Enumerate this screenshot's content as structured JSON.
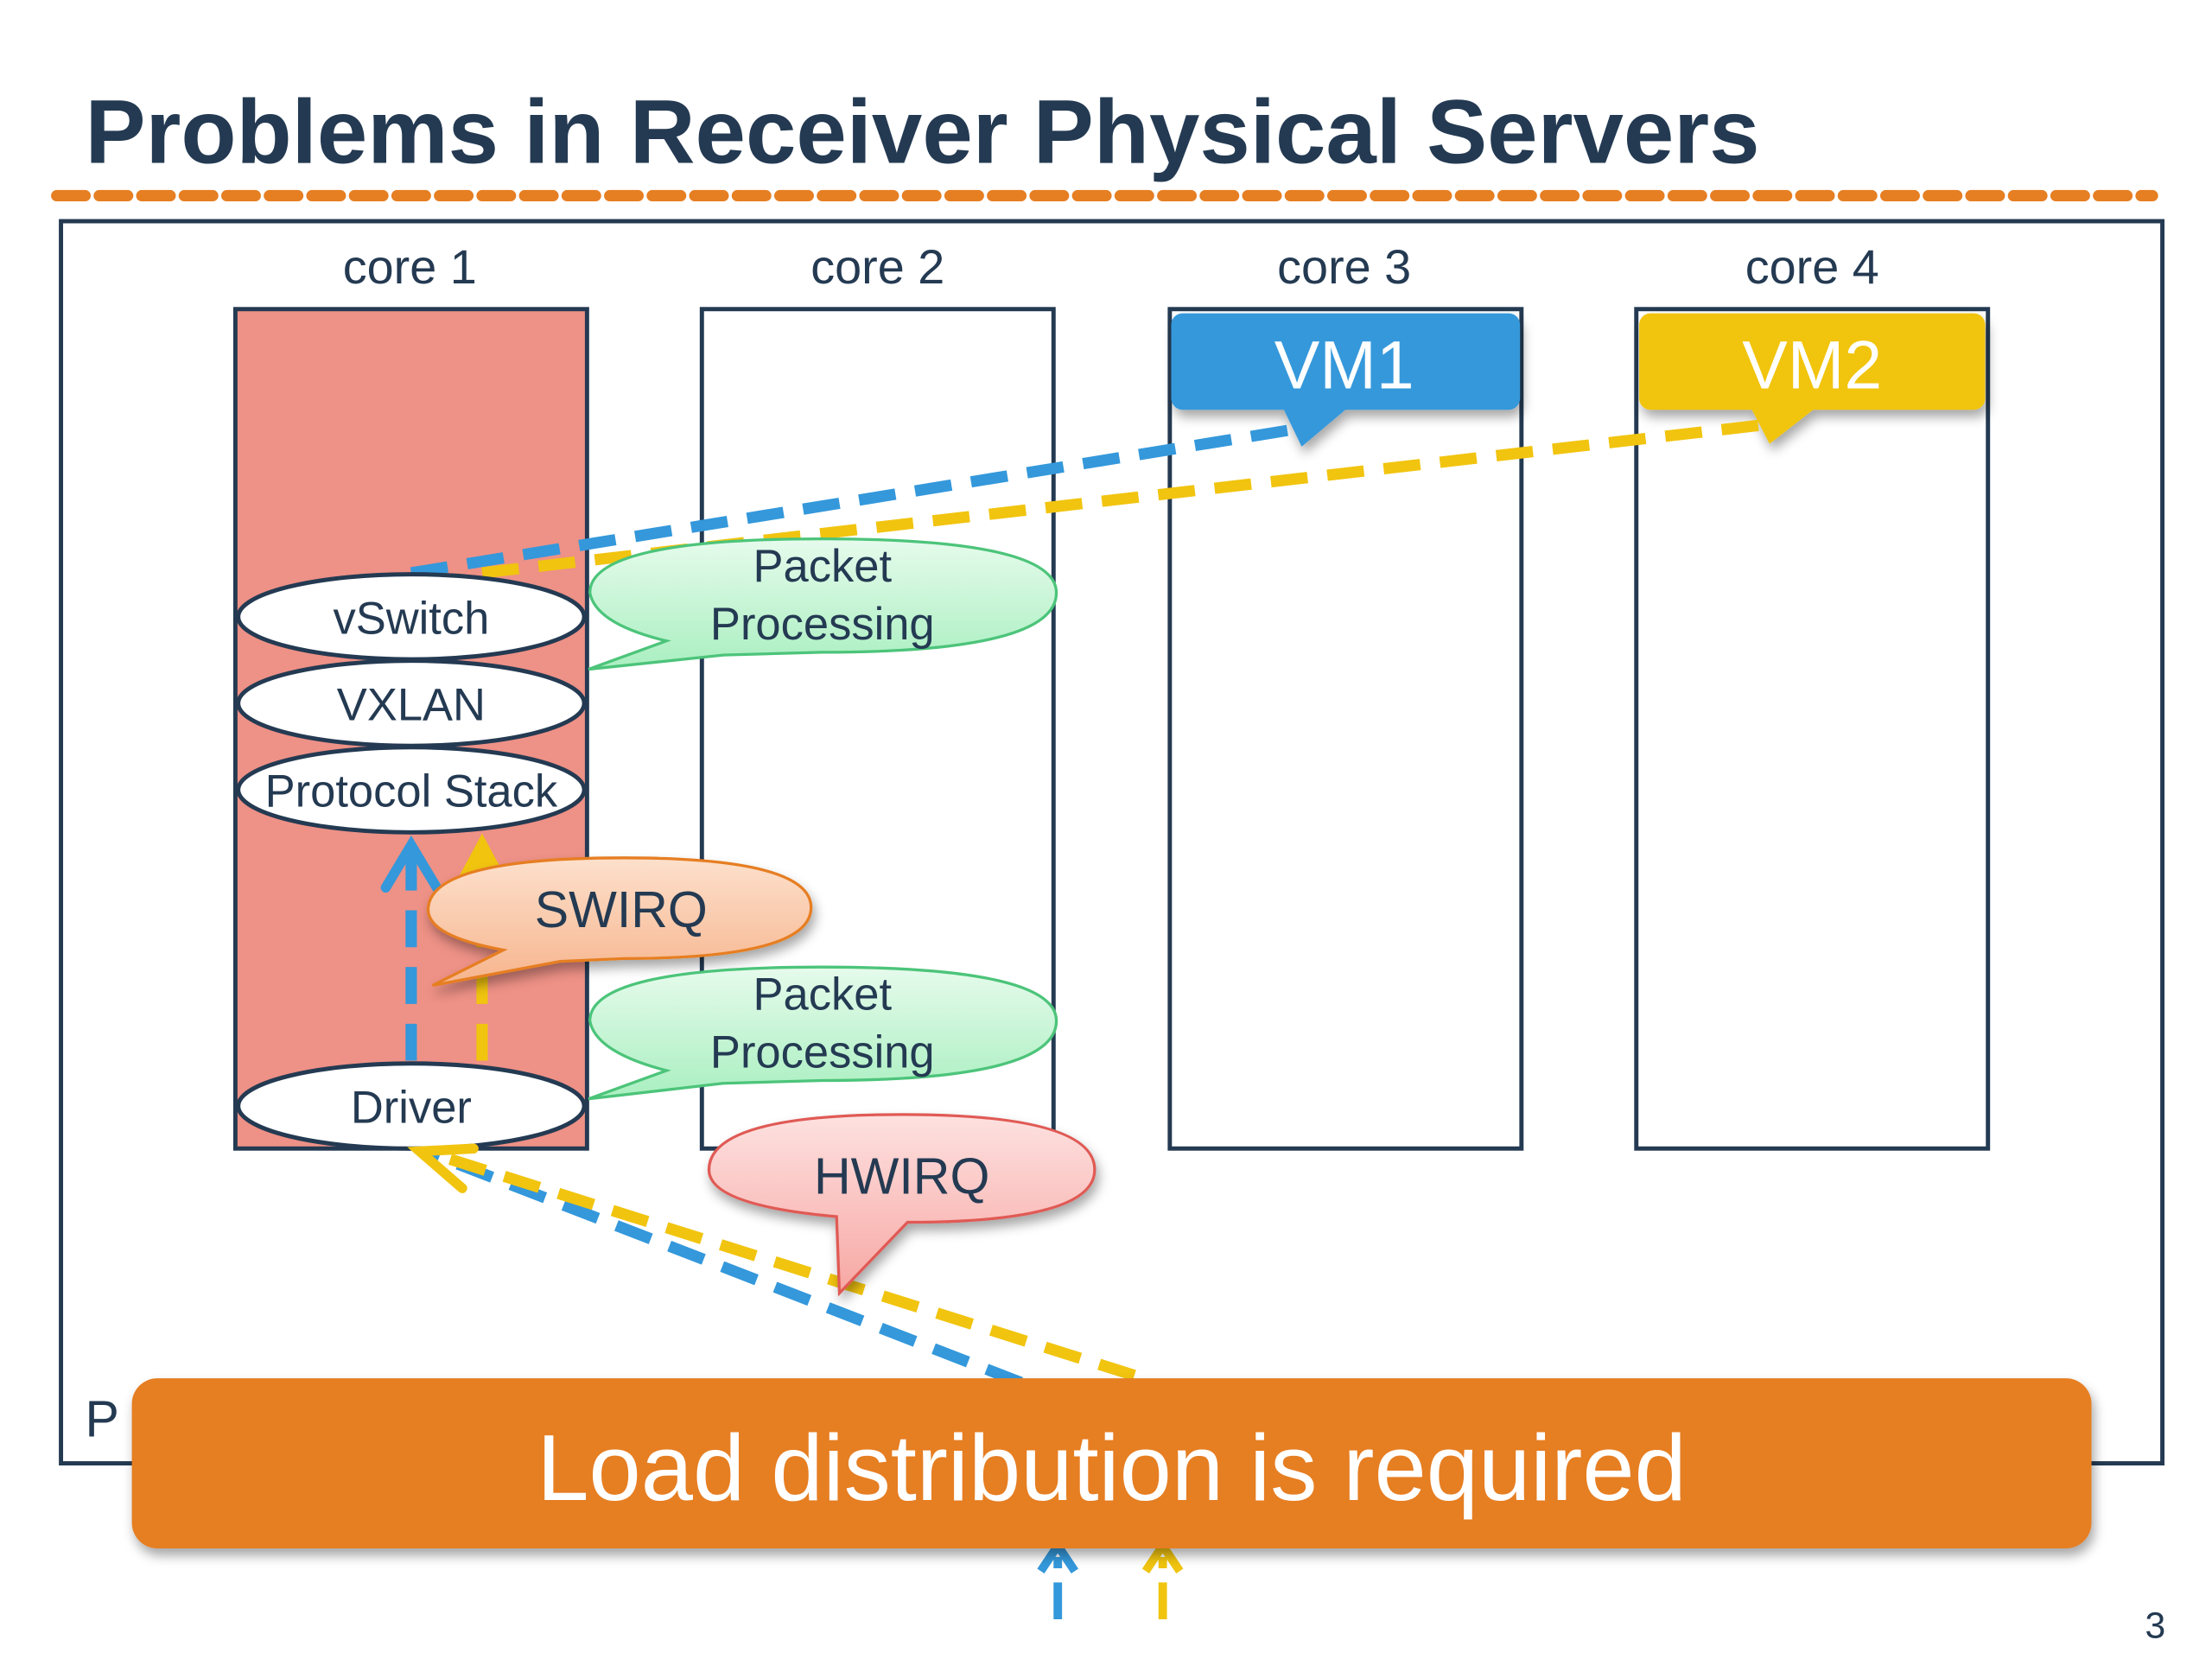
{
  "slide": {
    "title": "Problems in Receiver Physical Servers",
    "page_number": "3",
    "frame_label_partial": "P"
  },
  "cores": [
    {
      "label": "core 1",
      "state": "overloaded",
      "fill": "#ee9186"
    },
    {
      "label": "core 2",
      "state": "idle",
      "fill": "#ffffff"
    },
    {
      "label": "core 3",
      "state": "idle",
      "fill": "#ffffff"
    },
    {
      "label": "core 4",
      "state": "idle",
      "fill": "#ffffff"
    }
  ],
  "vms": [
    {
      "label": "VM1",
      "core": "core 3",
      "color": "#3498db"
    },
    {
      "label": "VM2",
      "core": "core 4",
      "color": "#f1c40f"
    }
  ],
  "layers": [
    {
      "label": "vSwitch"
    },
    {
      "label": "VXLAN"
    },
    {
      "label": "Protocol Stack"
    },
    {
      "label": "Driver"
    }
  ],
  "callouts": {
    "packet_processing_upper": {
      "line1": "Packet",
      "line2": "Processing"
    },
    "packet_processing_lower": {
      "line1": "Packet",
      "line2": "Processing"
    },
    "swirq": "SWIRQ",
    "hwirq": "HWIRQ"
  },
  "banner": {
    "text": "Load distribution is required",
    "color": "#e67e22"
  },
  "colors": {
    "title": "#243a52",
    "divider": "#e67e22",
    "flow_vm1": "#3498db",
    "flow_vm2": "#f1c40f",
    "packet_bubble": "#c8f7d8",
    "swirq_bubble": "#f9c4a3",
    "hwirq_bubble": "#f9b9b5"
  }
}
